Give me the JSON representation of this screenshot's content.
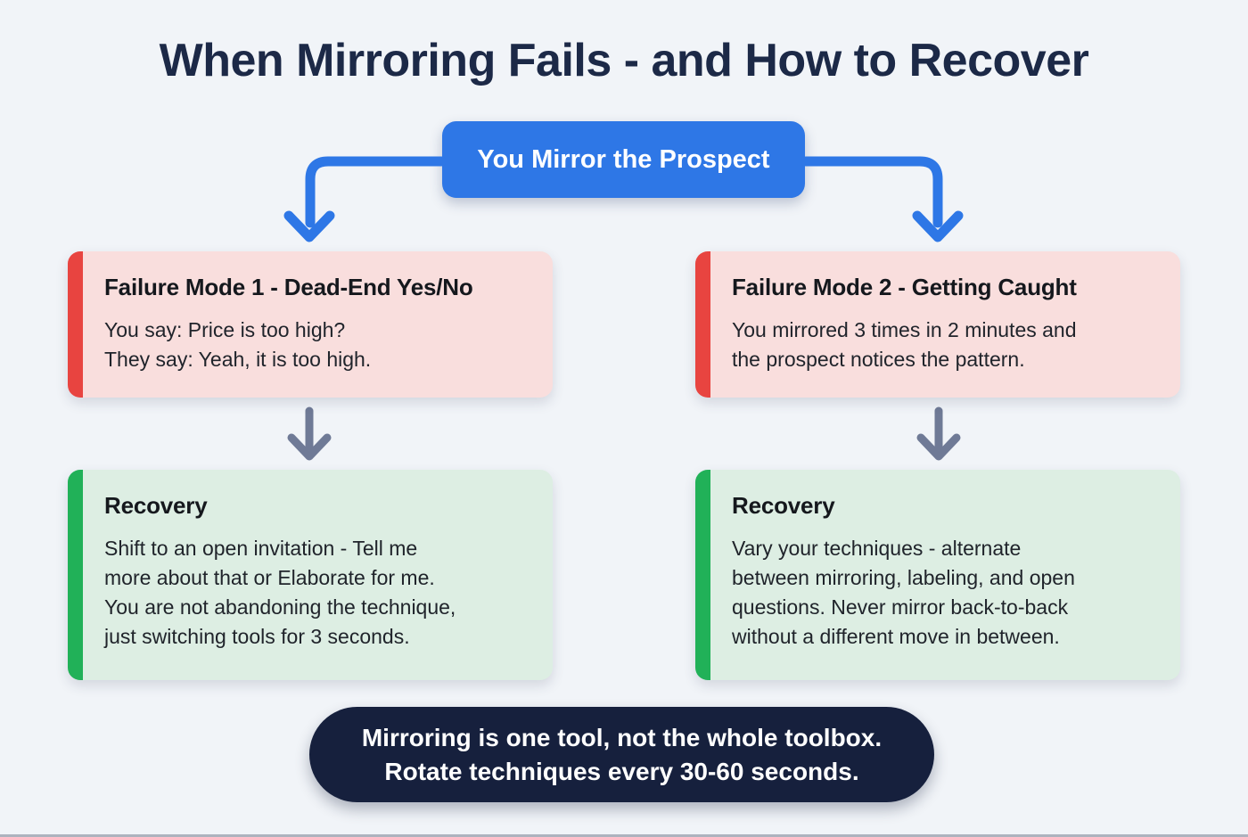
{
  "title": "When Mirroring Fails - and How to Recover",
  "root": {
    "label": "You Mirror the Prospect"
  },
  "failure_modes": [
    {
      "title": "Failure Mode 1 - Dead-End Yes/No",
      "lines": [
        "You say: Price is too high?",
        "They say: Yeah, it is too high."
      ]
    },
    {
      "title": "Failure Mode 2 - Getting Caught",
      "lines": [
        "You mirrored 3 times in 2 minutes and",
        "the prospect notices the pattern."
      ]
    }
  ],
  "recoveries": [
    {
      "title": "Recovery",
      "lines": [
        "Shift to an open invitation - Tell me",
        "more about that or Elaborate for me.",
        "You are not abandoning the technique,",
        "just switching tools for 3 seconds."
      ]
    },
    {
      "title": "Recovery",
      "lines": [
        "Vary your techniques - alternate",
        "between mirroring, labeling, and open",
        "questions. Never mirror back-to-back",
        "without a different move in between."
      ]
    }
  ],
  "footer": {
    "lines": [
      "Mirroring is one tool, not the whole toolbox.",
      "Rotate techniques every 30-60 seconds."
    ]
  },
  "colors": {
    "page-bg": "#f1f4f8",
    "title-text": "#1c2947",
    "accent-blue": "#2e77e6",
    "node-text": "#ffffff",
    "pink-bg": "#f9dedd",
    "accent-red": "#e84440",
    "green-bg": "#ddeee3",
    "accent-green": "#21b158",
    "arrow-gray": "#6f7a96",
    "footer-bg": "#16203d",
    "footer-text": "#ffffff",
    "heading-text": "#15181d",
    "body-text": "#20242b"
  }
}
